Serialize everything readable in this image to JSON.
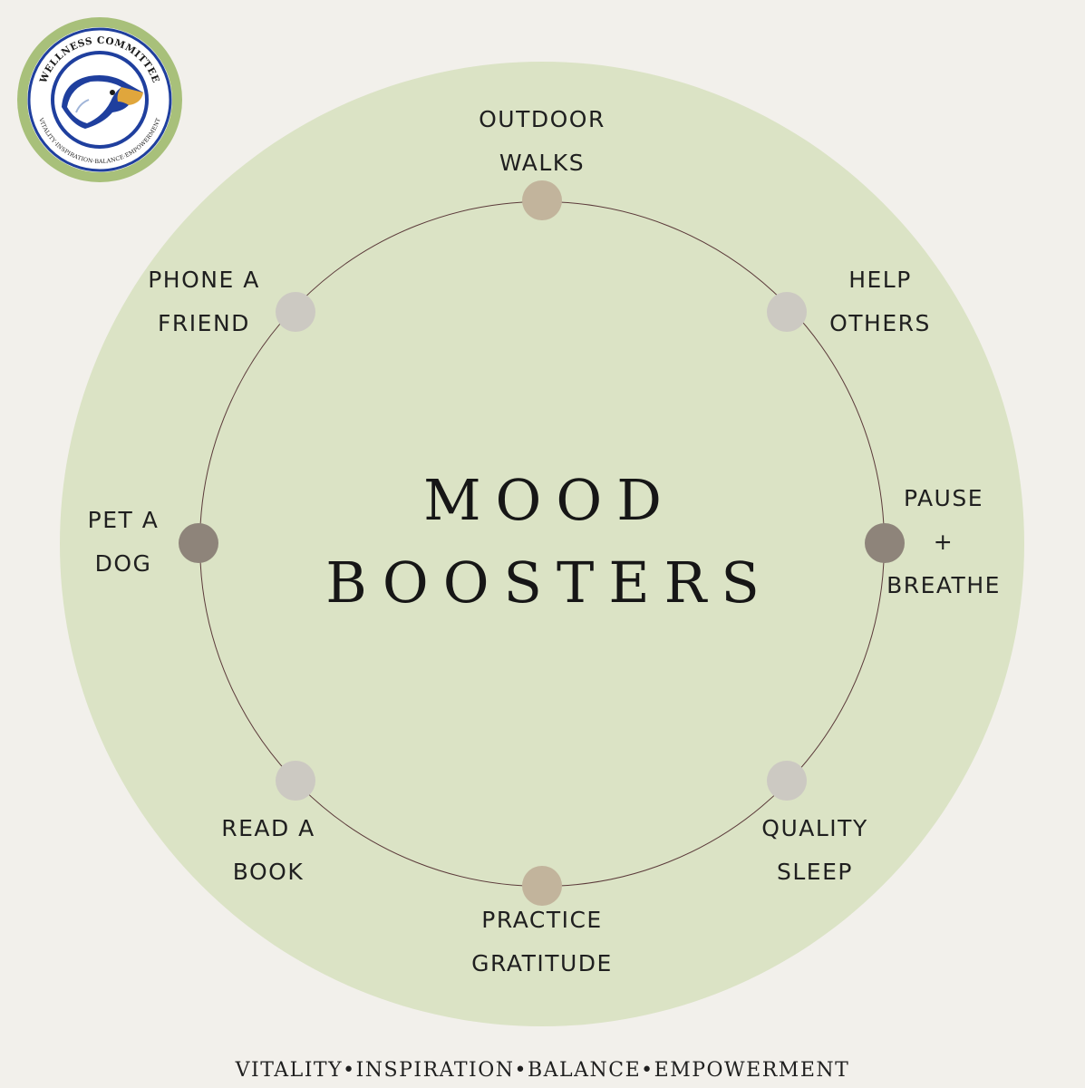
{
  "logo": {
    "top_text": "WELLNESS COMMITTEE",
    "bottom_text": "VITALITY·INSPIRATION·BALANCE·EMPOWERMENT"
  },
  "title": {
    "line1": "MOOD",
    "line2": "BOOSTERS"
  },
  "items": [
    {
      "line1": "OUTDOOR",
      "line2": "WALKS",
      "dot_color": "#c2b49c"
    },
    {
      "line1": "HELP",
      "line2": "OTHERS",
      "dot_color": "#ccc9c2"
    },
    {
      "line1": "PAUSE",
      "line2": "+",
      "line3": "BREATHE",
      "dot_color": "#8e847a"
    },
    {
      "line1": "QUALITY",
      "line2": "SLEEP",
      "dot_color": "#ccc9c2"
    },
    {
      "line1": "PRACTICE",
      "line2": "GRATITUDE",
      "dot_color": "#c2b49c"
    },
    {
      "line1": "READ A",
      "line2": "BOOK",
      "dot_color": "#ccc9c2"
    },
    {
      "line1": "PET A",
      "line2": "DOG",
      "dot_color": "#8e847a"
    },
    {
      "line1": "PHONE A",
      "line2": "FRIEND",
      "dot_color": "#ccc9c2"
    }
  ],
  "footer": "VITALITY•INSPIRATION•BALANCE•EMPOWERMENT",
  "colors": {
    "background": "#f2f0eb",
    "outer_circle": "#dbe3c5",
    "ring": "#5b3a3a",
    "logo_green": "#a8c07a",
    "logo_blue": "#1f3f9e",
    "eagle_gold": "#e0a63c"
  }
}
